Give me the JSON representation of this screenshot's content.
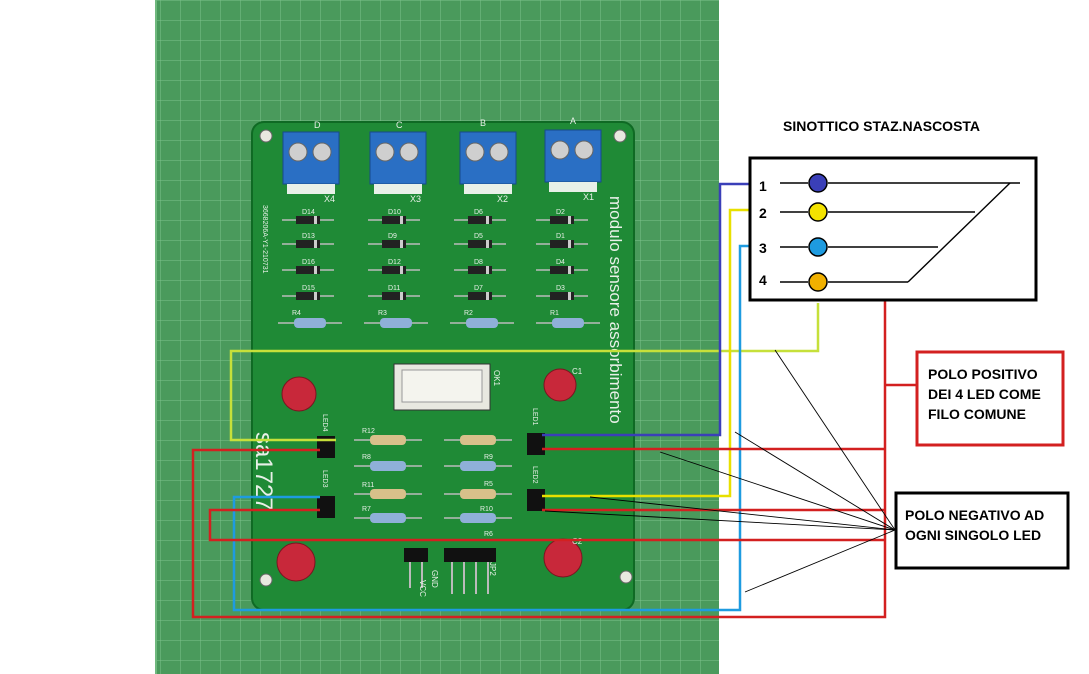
{
  "diagram": {
    "title": "SINOTTICO STAZ.NASCOSTA",
    "leds": [
      {
        "number": "1",
        "color": "#3a3fb8"
      },
      {
        "number": "2",
        "color": "#f4e300"
      },
      {
        "number": "3",
        "color": "#1e9be0"
      },
      {
        "number": "4",
        "color": "#f0b000"
      }
    ],
    "positive_label": [
      "POLO POSITIVO",
      "DEI 4 LED COME",
      "FILO COMUNE"
    ],
    "negative_label": [
      "POLO NEGATIVO AD",
      "OGNI SINGOLO LED"
    ]
  },
  "pcb": {
    "connectors": [
      "D",
      "C",
      "B",
      "A"
    ],
    "connector_ids": [
      "X4",
      "X3",
      "X2",
      "X1"
    ],
    "diodes": [
      "D14",
      "D10",
      "D6",
      "D2",
      "D13",
      "D9",
      "D5",
      "D1",
      "D16",
      "D12",
      "D8",
      "D4",
      "D15",
      "D11",
      "D7",
      "D3"
    ],
    "resistors_top": [
      "R4",
      "R3",
      "R2",
      "R1"
    ],
    "resistors_mid": [
      "R12",
      "R8",
      "R11",
      "R7",
      "R9",
      "R5",
      "R10",
      "R6"
    ],
    "board_text": "modulo sensore assorbimento",
    "board_ref": "3668206A-Y1-210731",
    "signature": "sa1727",
    "ic": "OK1",
    "jumpers": [
      "GND",
      "VCC",
      "JP2"
    ],
    "caps": [
      "C1",
      "C2"
    ],
    "led_labels": [
      "LED1",
      "LED2",
      "LED3",
      "LED4"
    ]
  },
  "colors": {
    "mat": "#4a9a5c",
    "pcb": "#1f8a36",
    "wire_red": "#d32020",
    "wire_blue": "#1e9be0",
    "wire_yellow": "#e8e000",
    "wire_green": "#c6e03a",
    "wire_navy": "#3a3fb8"
  }
}
